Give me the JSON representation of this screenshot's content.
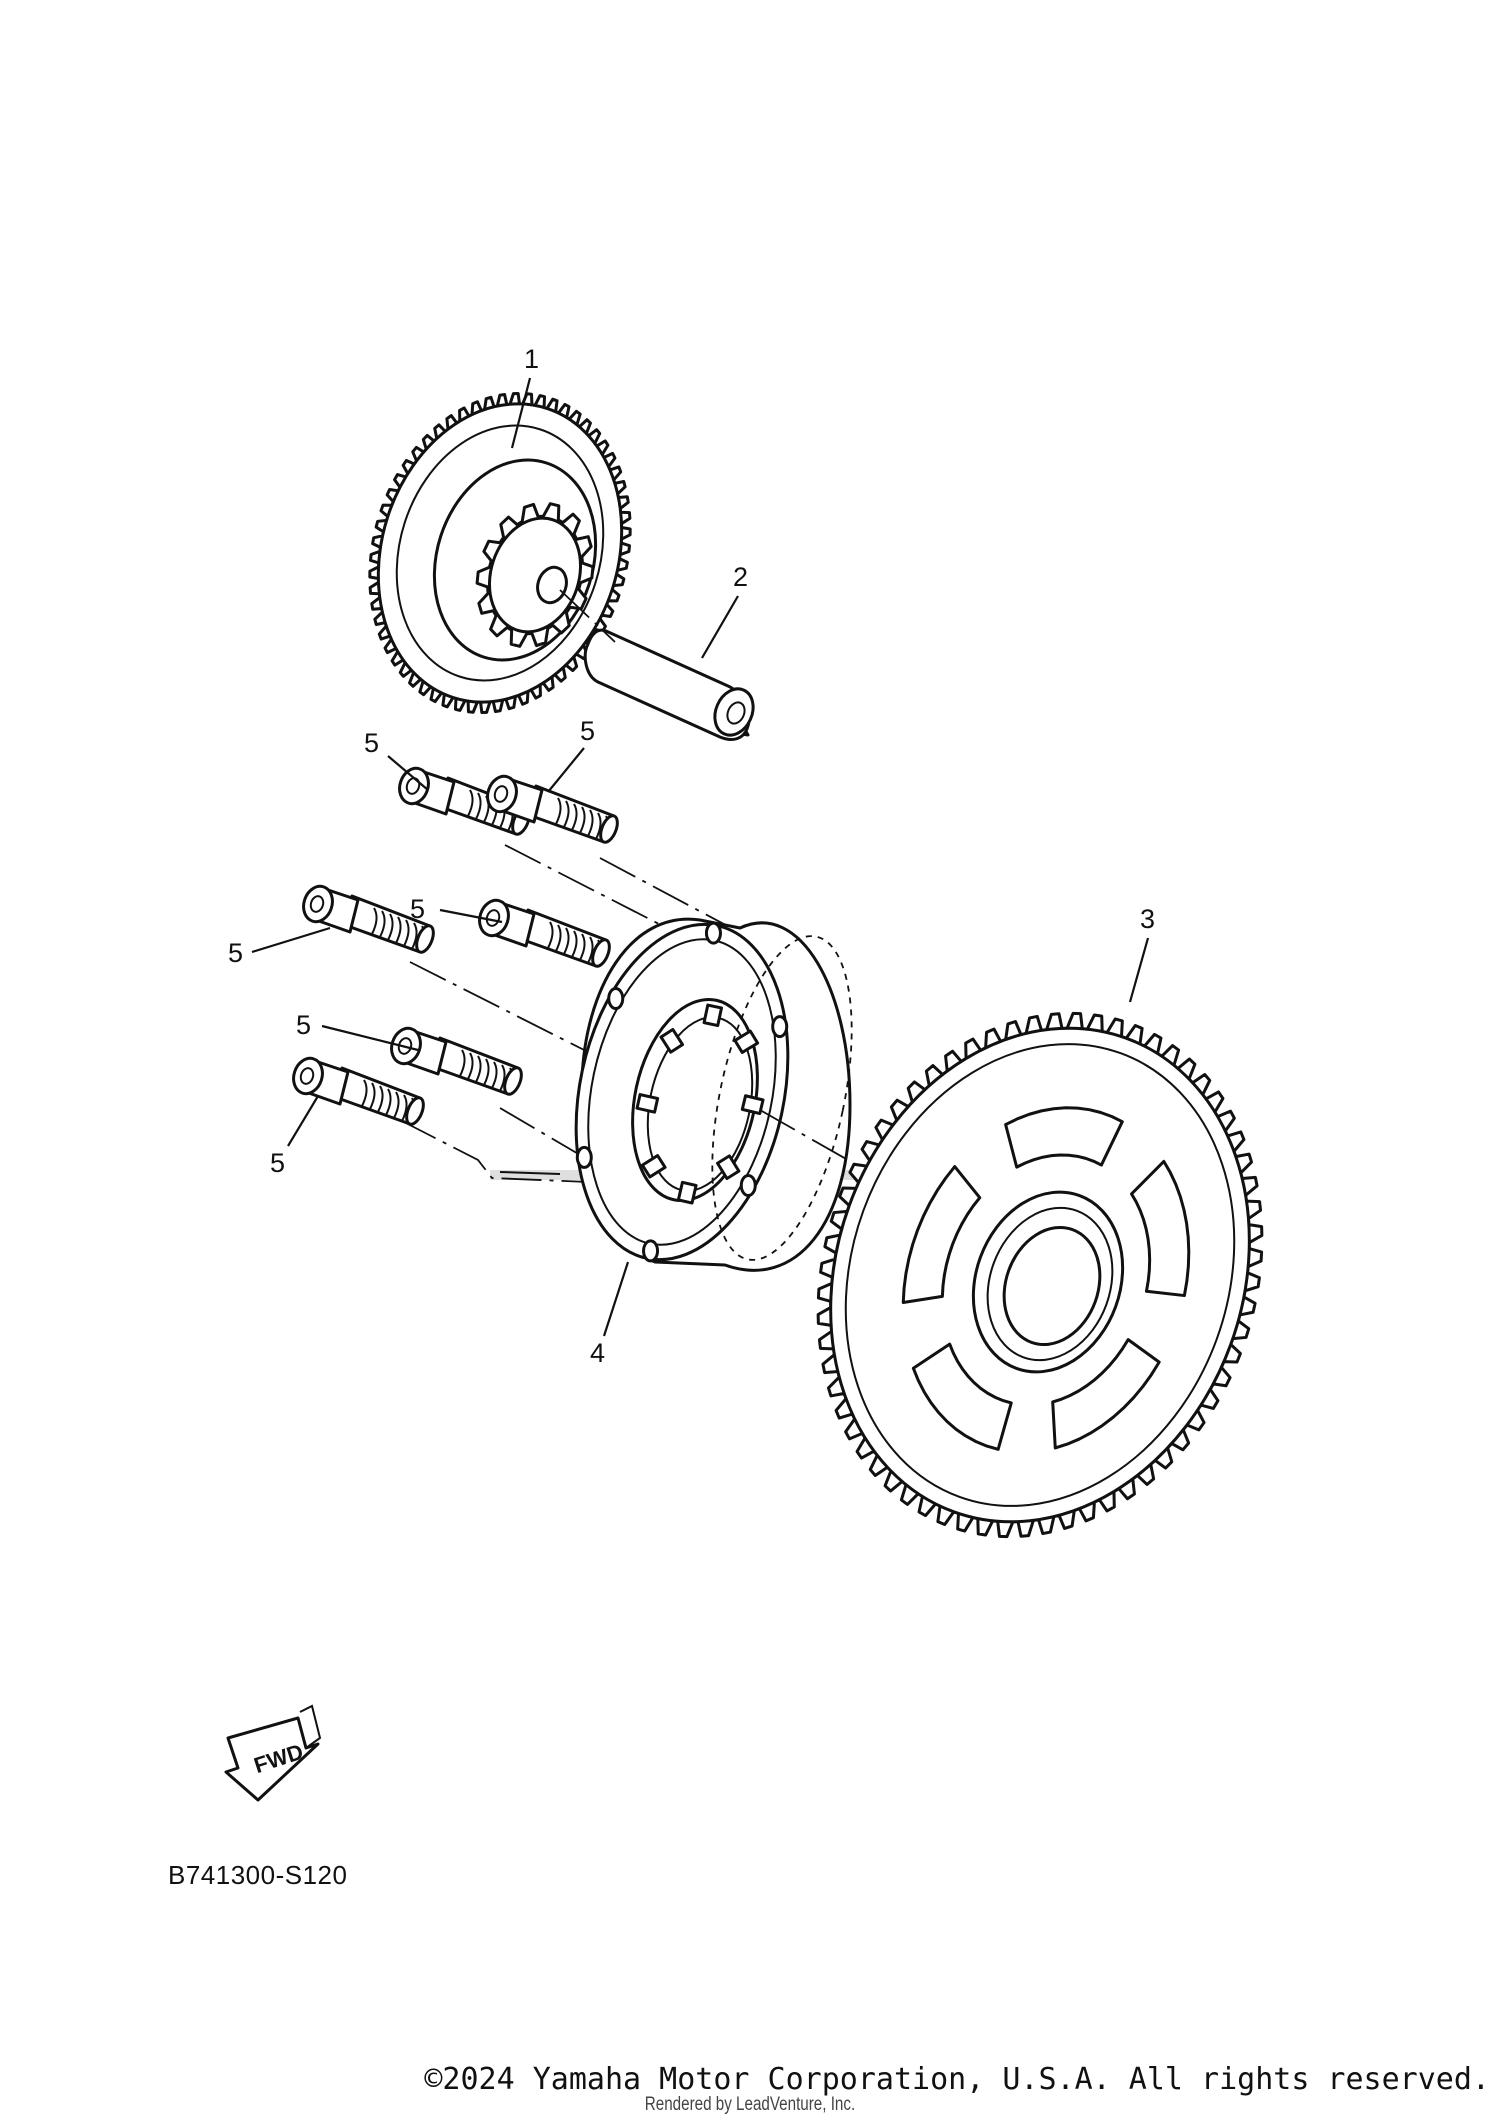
{
  "diagram": {
    "callouts": {
      "c1": "1",
      "c2": "2",
      "c3": "3",
      "c4": "4",
      "c5a": "5",
      "c5b": "5",
      "c5c": "5",
      "c5d": "5",
      "c5e": "5",
      "c5f": "5"
    },
    "fwd_label": "FWD",
    "diagram_code": "B741300-S120"
  },
  "footer": {
    "copyright": "©2024 Yamaha Motor Corporation, U.S.A. All rights reserved.",
    "rendered_by": "Rendered by LeadVenture, Inc."
  },
  "icons": {
    "watermark": "leadventure-logo-watermark",
    "arrow": "fwd-arrow-icon"
  }
}
